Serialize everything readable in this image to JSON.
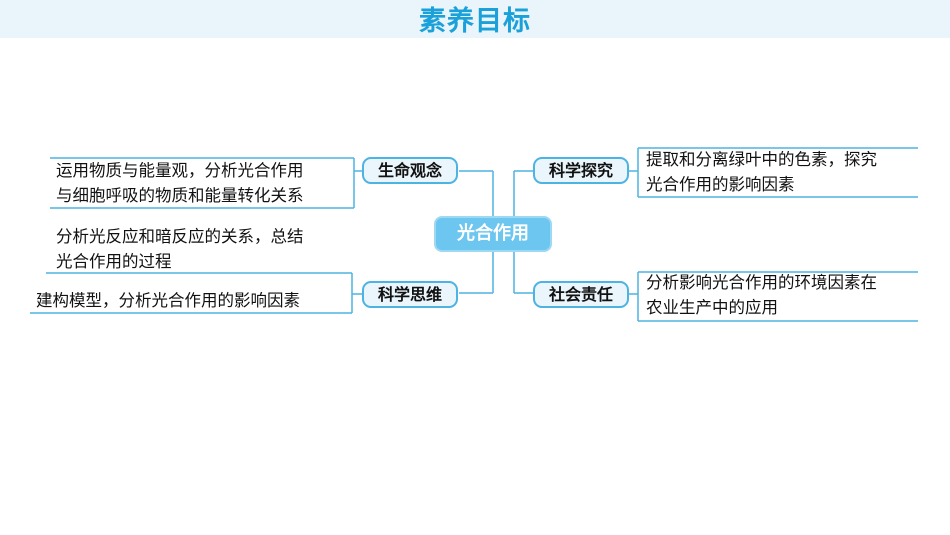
{
  "header": {
    "title": "素养目标"
  },
  "mindmap": {
    "center": "光合作用",
    "nodes": {
      "life_concept": {
        "label": "生命观念",
        "descriptions": [
          "运用物质与能量观，分析光合作用",
          "与细胞呼吸的物质和能量转化关系"
        ]
      },
      "scientific_thinking": {
        "label": "科学思维",
        "descriptions_a": [
          "分析光反应和暗反应的关系，总结",
          "光合作用的过程"
        ],
        "descriptions_b": [
          "建构模型，分析光合作用的影响因素"
        ]
      },
      "scientific_inquiry": {
        "label": "科学探究",
        "descriptions": [
          "提取和分离绿叶中的色素，探究",
          "光合作用的影响因素"
        ]
      },
      "social_responsibility": {
        "label": "社会责任",
        "descriptions": [
          "分析影响光合作用的环境因素在",
          "农业生产中的应用"
        ]
      }
    }
  },
  "colors": {
    "title": "#1ba1d9",
    "line": "#4db3e2",
    "node_fill": "#eaf5fc",
    "center_fill": "#6cc6ef"
  }
}
